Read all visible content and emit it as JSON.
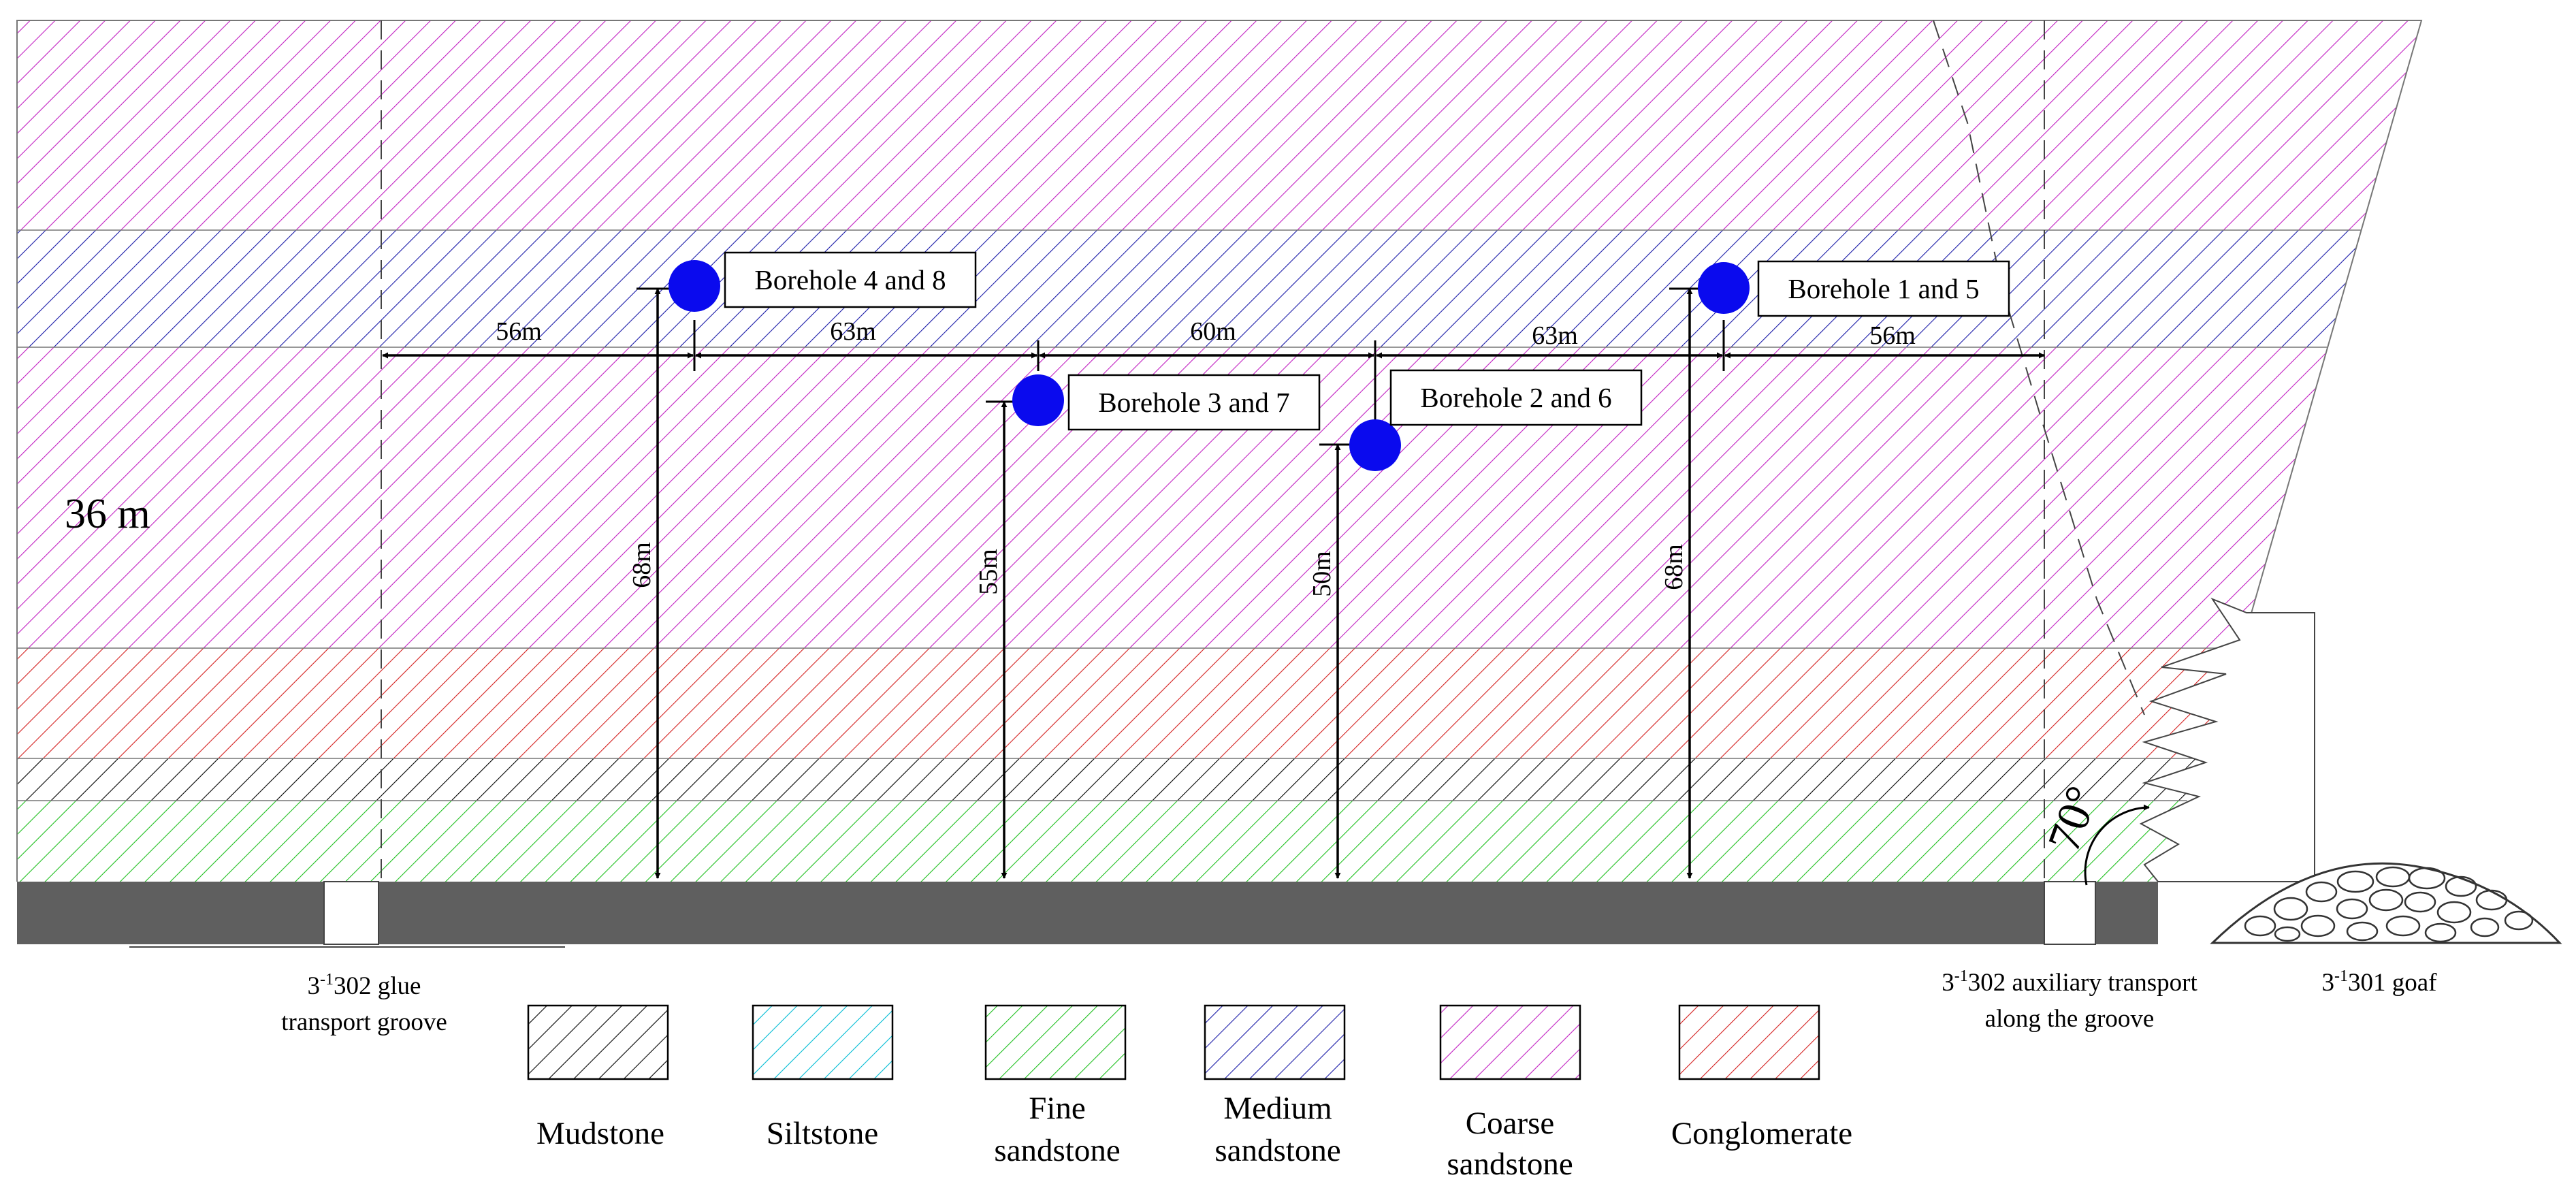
{
  "boreholes": {
    "b48": "Borehole 4 and 8",
    "b37": "Borehole 3 and 7",
    "b26": "Borehole 2 and 6",
    "b15": "Borehole 1 and 5"
  },
  "spacings": {
    "s1": "56m",
    "s2": "63m",
    "s3": "60m",
    "s4": "63m",
    "s5": "56m"
  },
  "heights": {
    "h1": "68m",
    "h2": "55m",
    "h3": "50m",
    "h4": "68m"
  },
  "thickness_label": "36 m",
  "angle_label": "70°",
  "roadways": {
    "glue": {
      "line1_pre": "3",
      "line1_sup": "-1",
      "line1_post": "302 glue",
      "line2": "transport groove"
    },
    "auxiliary": {
      "line1_pre": "3",
      "line1_sup": "-1",
      "line1_post": "302 auxiliary transport",
      "line2": "along the groove"
    },
    "goaf": {
      "pre": "3",
      "sup": "-1",
      "post": "301 goaf"
    }
  },
  "legend": {
    "mudstone": {
      "lines": [
        "Mudstone"
      ],
      "color": "#000000"
    },
    "siltstone": {
      "lines": [
        "Siltstone"
      ],
      "color": "#00bcd4"
    },
    "fine": {
      "lines": [
        "Fine",
        "sandstone"
      ],
      "color": "#1fbf1f"
    },
    "medium": {
      "lines": [
        "Medium",
        "sandstone"
      ],
      "color": "#1a1aa8"
    },
    "coarse": {
      "lines": [
        "Coarse",
        "sandstone"
      ],
      "color": "#c21fc2"
    },
    "conglomerate": {
      "lines": [
        "Conglomerate"
      ],
      "color": "#d42020"
    }
  },
  "colors": {
    "borehole": "#0a0aee",
    "coal_seam": "#5f5f5f"
  }
}
